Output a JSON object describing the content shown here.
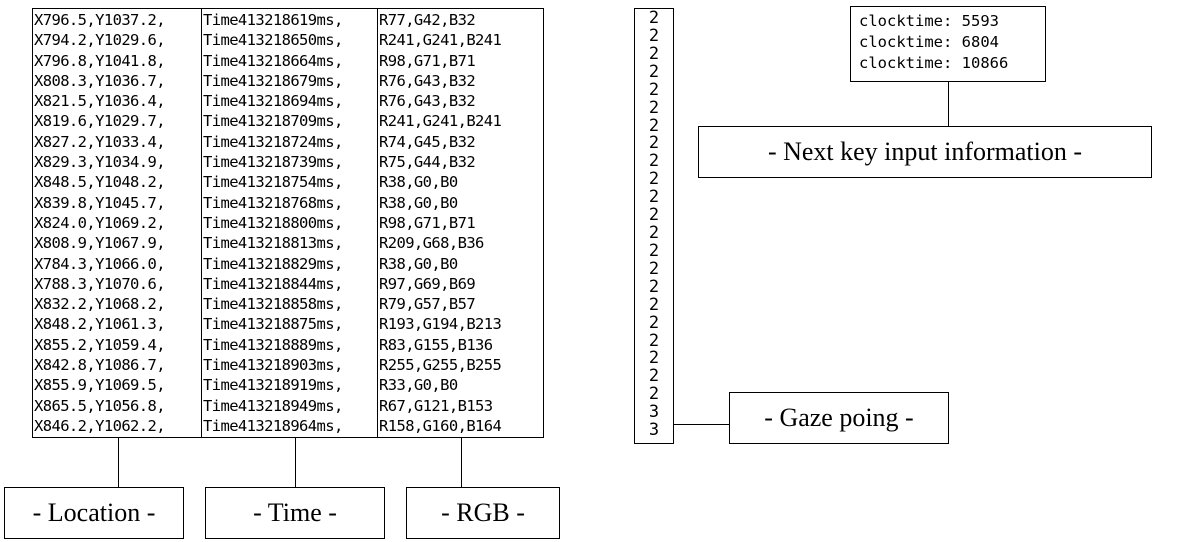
{
  "records": [
    {
      "location": "X796.5,Y1037.2,",
      "time": "Time413218619ms,",
      "rgb": "R77,G42,B32"
    },
    {
      "location": "X794.2,Y1029.6,",
      "time": "Time413218650ms,",
      "rgb": "R241,G241,B241"
    },
    {
      "location": "X796.8,Y1041.8,",
      "time": "Time413218664ms,",
      "rgb": "R98,G71,B71"
    },
    {
      "location": "X808.3,Y1036.7,",
      "time": "Time413218679ms,",
      "rgb": "R76,G43,B32"
    },
    {
      "location": "X821.5,Y1036.4,",
      "time": "Time413218694ms,",
      "rgb": "R76,G43,B32"
    },
    {
      "location": "X819.6,Y1029.7,",
      "time": "Time413218709ms,",
      "rgb": "R241,G241,B241"
    },
    {
      "location": "X827.2,Y1033.4,",
      "time": "Time413218724ms,",
      "rgb": "R74,G45,B32"
    },
    {
      "location": "X829.3,Y1034.9,",
      "time": "Time413218739ms,",
      "rgb": "R75,G44,B32"
    },
    {
      "location": "X848.5,Y1048.2,",
      "time": "Time413218754ms,",
      "rgb": "R38,G0,B0"
    },
    {
      "location": "X839.8,Y1045.7,",
      "time": "Time413218768ms,",
      "rgb": "R38,G0,B0"
    },
    {
      "location": "X824.0,Y1069.2,",
      "time": "Time413218800ms,",
      "rgb": "R98,G71,B71"
    },
    {
      "location": "X808.9,Y1067.9,",
      "time": "Time413218813ms,",
      "rgb": "R209,G68,B36"
    },
    {
      "location": "X784.3,Y1066.0,",
      "time": "Time413218829ms,",
      "rgb": "R38,G0,B0"
    },
    {
      "location": "X788.3,Y1070.6,",
      "time": "Time413218844ms,",
      "rgb": "R97,G69,B69"
    },
    {
      "location": "X832.2,Y1068.2,",
      "time": "Time413218858ms,",
      "rgb": "R79,G57,B57"
    },
    {
      "location": "X848.2,Y1061.3,",
      "time": "Time413218875ms,",
      "rgb": "R193,G194,B213"
    },
    {
      "location": "X855.2,Y1059.4,",
      "time": "Time413218889ms,",
      "rgb": "R83,G155,B136"
    },
    {
      "location": "X842.8,Y1086.7,",
      "time": "Time413218903ms,",
      "rgb": "R255,G255,B255"
    },
    {
      "location": "X855.9,Y1069.5,",
      "time": "Time413218919ms,",
      "rgb": "R33,G0,B0"
    },
    {
      "location": "X865.5,Y1056.8,",
      "time": "Time413218949ms,",
      "rgb": "R67,G121,B153"
    },
    {
      "location": "X846.2,Y1062.2,",
      "time": "Time413218964ms,",
      "rgb": "R158,G160,B164"
    }
  ],
  "labels": {
    "location": "- Location -",
    "time": "- Time -",
    "rgb": "- RGB -",
    "gaze": "- Gaze poing -",
    "next_key": "- Next key input information -"
  },
  "gaze_digits": [
    "2",
    "2",
    "2",
    "2",
    "2",
    "2",
    "2",
    "2",
    "2",
    "2",
    "2",
    "2",
    "2",
    "2",
    "2",
    "2",
    "2",
    "2",
    "2",
    "2",
    "2",
    "2",
    "3",
    "3"
  ],
  "clock_lines": [
    "clocktime: 5593",
    "clocktime: 6804",
    "clocktime: 10866"
  ]
}
